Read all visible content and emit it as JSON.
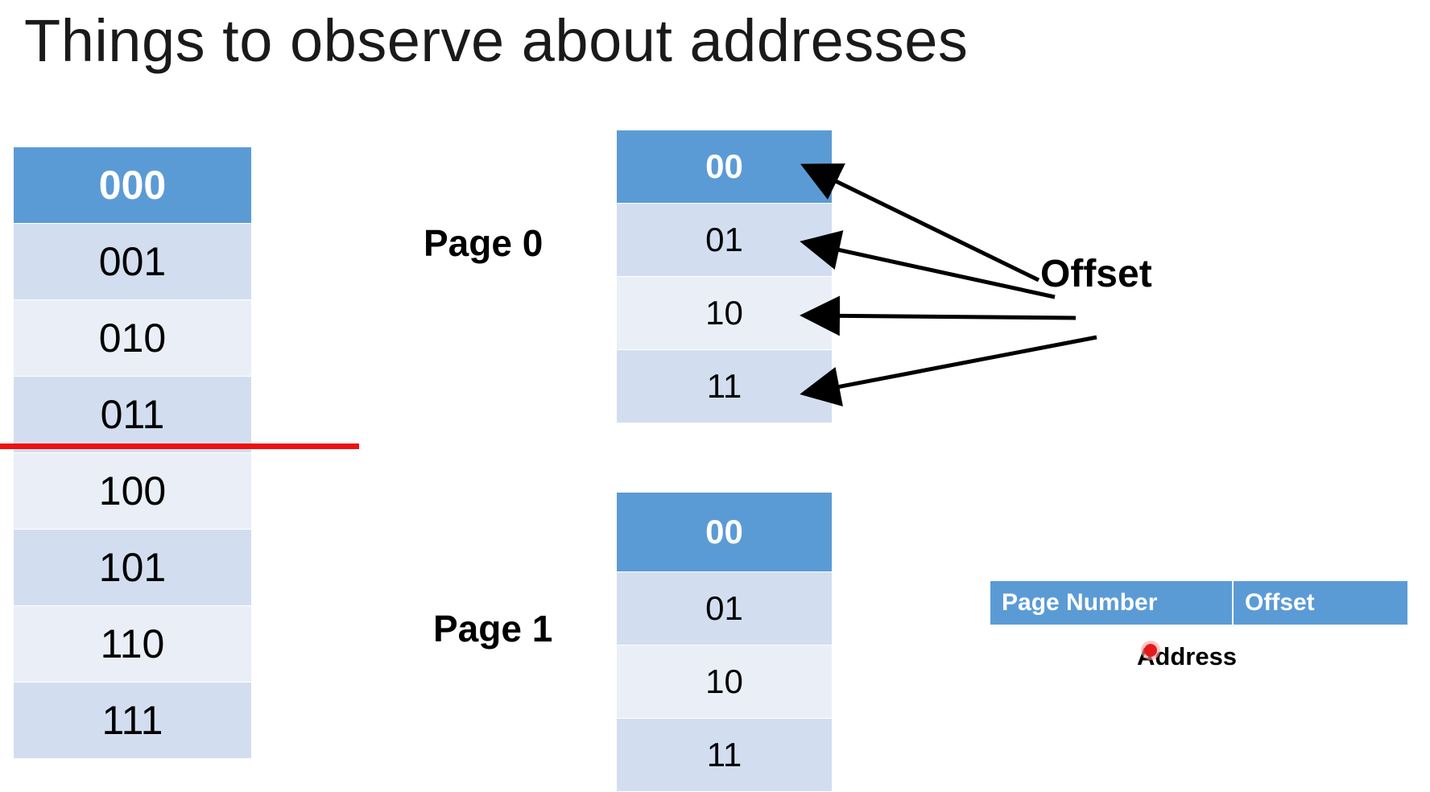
{
  "slide": {
    "title": "Things to observe about addresses"
  },
  "address_table": {
    "header": "000",
    "rows": [
      "001",
      "010",
      "011",
      "100",
      "101",
      "110",
      "111"
    ]
  },
  "page0": {
    "label": "Page 0",
    "header": "00",
    "rows": [
      "01",
      "10",
      "11"
    ]
  },
  "page1": {
    "label": "Page 1",
    "header": "00",
    "rows": [
      "01",
      "10",
      "11"
    ]
  },
  "offset_annotation": {
    "label": "Offset"
  },
  "address_format": {
    "page_number": "Page Number",
    "offset": "Offset",
    "caption": "Address"
  },
  "colors": {
    "header_blue": "#5b9bd5",
    "row_band_dark": "#d2deef",
    "row_band_light": "#eaeff7",
    "divider_red": "#ee1111"
  }
}
